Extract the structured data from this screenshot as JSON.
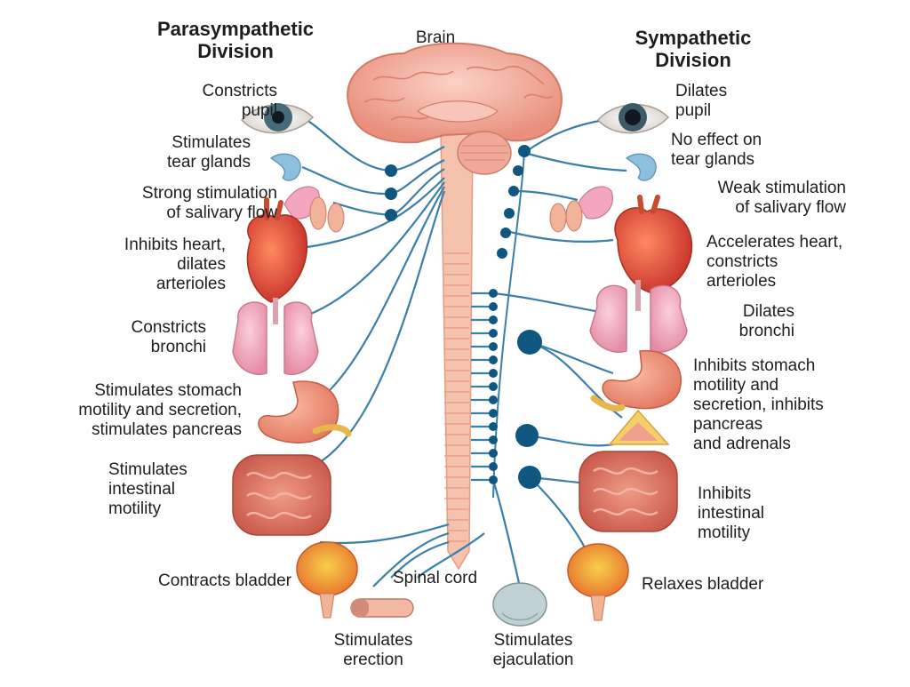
{
  "headings": {
    "parasympathetic": "Parasympathetic\nDivision",
    "sympathetic": "Sympathetic\nDivision"
  },
  "center": {
    "brain": "Brain",
    "spinal_cord": "Spinal cord"
  },
  "parasympathetic_effects": {
    "eye": "Constricts\npupil",
    "tear": "Stimulates\ntear glands",
    "salivary": "Strong stimulation\nof salivary flow",
    "heart": "Inhibits heart,\ndilates\narterioles",
    "lungs": "Constricts\nbronchi",
    "stomach": "Stimulates stomach\nmotility and secretion,\nstimulates pancreas",
    "intestine": "Stimulates\nintestinal\nmotility",
    "bladder": "Contracts bladder",
    "genital": "Stimulates\nerection"
  },
  "sympathetic_effects": {
    "eye": "Dilates\npupil",
    "tear": "No effect on\ntear glands",
    "salivary": "Weak stimulation\nof salivary flow",
    "heart": "Accelerates heart,\nconstricts\narterioles",
    "lungs": "Dilates\nbronchi",
    "stomach": "Inhibits stomach\nmotility and\nsecretion, inhibits\npancreas\nand adrenals",
    "intestine": "Inhibits\nintestinal\nmotility",
    "bladder": "Relaxes bladder",
    "genital": "Stimulates\nejaculation"
  },
  "colors": {
    "nerve": "#3a7fa8",
    "ganglion": "#0f5680",
    "spinal": "#f2b8a0",
    "brain": "#f0a493",
    "organ_red": "#e0523a",
    "lung": "#f2a6b8",
    "bladder": "#f0a050"
  }
}
